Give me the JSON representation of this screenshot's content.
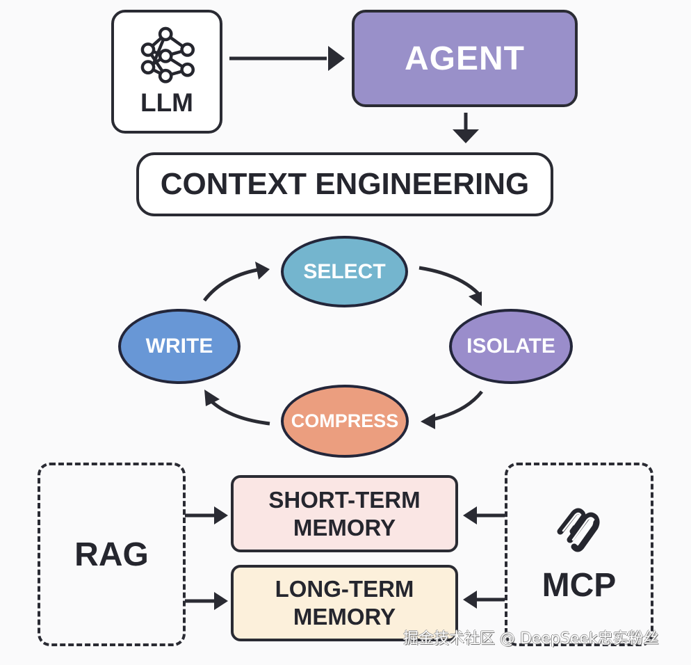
{
  "diagram": {
    "top": {
      "llm": {
        "label": "LLM",
        "icon": "neural-network-icon"
      },
      "agent": {
        "label": "AGENT"
      },
      "context": {
        "label": "CONTEXT ENGINEERING"
      }
    },
    "cycle": {
      "nodes": [
        {
          "id": "select",
          "label": "SELECT",
          "color": "#74b5ce"
        },
        {
          "id": "isolate",
          "label": "ISOLATE",
          "color": "#9a8dcb"
        },
        {
          "id": "compress",
          "label": "COMPRESS",
          "color": "#eb9e7f"
        },
        {
          "id": "write",
          "label": "WRITE",
          "color": "#6897d6"
        }
      ],
      "direction": "clockwise"
    },
    "sources": {
      "rag": {
        "label": "RAG"
      },
      "mcp": {
        "label": "MCP",
        "icon": "mcp-logo-icon"
      }
    },
    "memory": {
      "short_term": {
        "line1": "SHORT-TERM",
        "line2": "MEMORY",
        "color": "#fae6e4"
      },
      "long_term": {
        "line1": "LONG-TERM",
        "line2": "MEMORY",
        "color": "#fcf0db"
      }
    },
    "colors": {
      "agent": "#9990c9",
      "stroke": "#2a2b33",
      "background": "#fafafb"
    },
    "edges": [
      {
        "from": "LLM",
        "to": "AGENT"
      },
      {
        "from": "AGENT",
        "to": "CONTEXT ENGINEERING"
      },
      {
        "from": "WRITE",
        "to": "SELECT"
      },
      {
        "from": "SELECT",
        "to": "ISOLATE"
      },
      {
        "from": "ISOLATE",
        "to": "COMPRESS"
      },
      {
        "from": "COMPRESS",
        "to": "WRITE"
      },
      {
        "from": "RAG",
        "to": "SHORT-TERM MEMORY"
      },
      {
        "from": "RAG",
        "to": "LONG-TERM MEMORY"
      },
      {
        "from": "MCP",
        "to": "SHORT-TERM MEMORY"
      },
      {
        "from": "MCP",
        "to": "LONG-TERM MEMORY"
      }
    ]
  },
  "watermark": "掘金技术社区 @ DeepSeek忠实粉丝"
}
